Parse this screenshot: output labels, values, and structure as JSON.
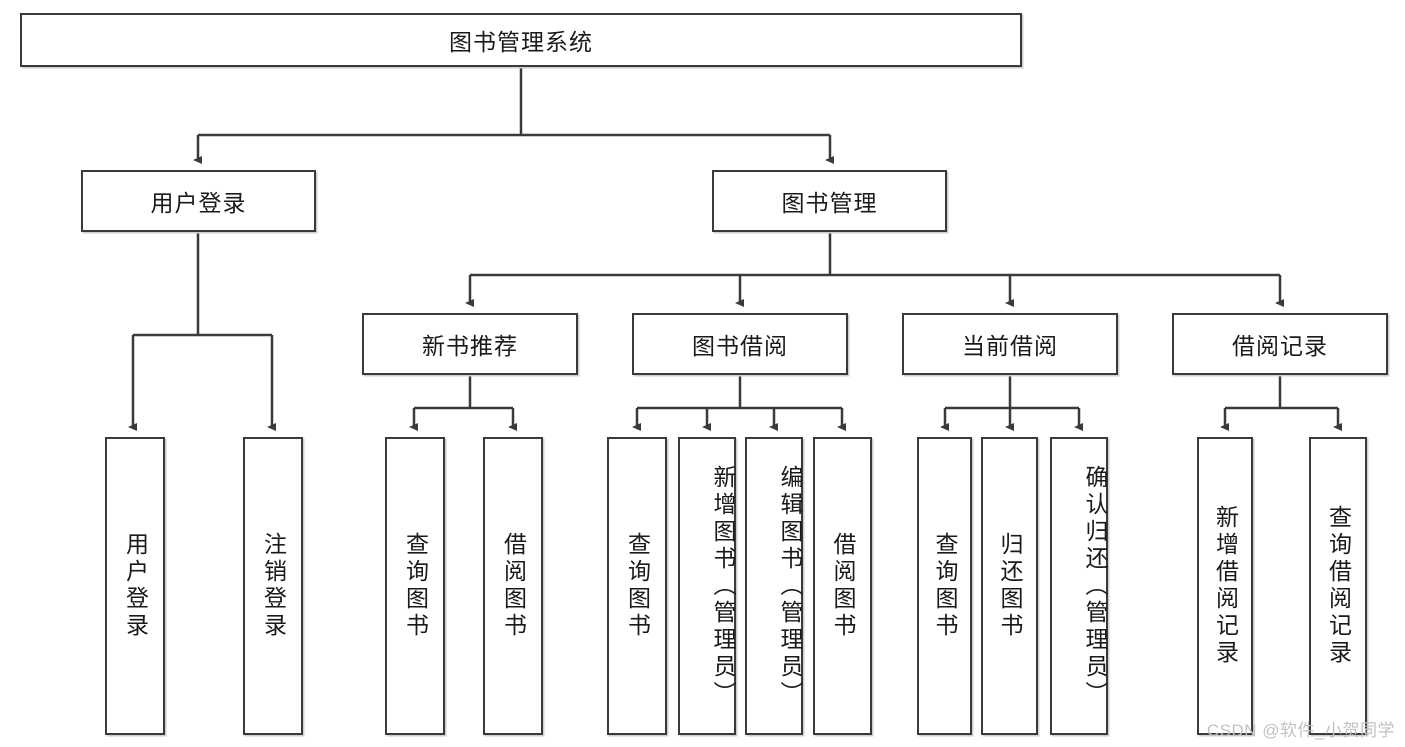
{
  "diagram": {
    "title": "图书管理系统",
    "type": "hierarchy-tree",
    "watermark": "CSDN @软件_小贺同学",
    "colors": {
      "background": "#ffffff",
      "box_border": "#3a3a3a",
      "box_fill": "#ffffff",
      "text": "#1a1a1a",
      "connector": "#3a3a3a",
      "watermark": "#c2c2c2"
    },
    "root": {
      "label": "图书管理系统"
    },
    "level2": [
      {
        "label": "用户登录"
      },
      {
        "label": "图书管理"
      }
    ],
    "level3": [
      {
        "label": "新书推荐"
      },
      {
        "label": "图书借阅"
      },
      {
        "label": "当前借阅"
      },
      {
        "label": "借阅记录"
      }
    ],
    "leaves": {
      "user_login": [
        {
          "label": "用户登录"
        },
        {
          "label": "注销登录"
        }
      ],
      "new_book_recommend": [
        {
          "label": "查询图书"
        },
        {
          "label": "借阅图书"
        }
      ],
      "book_borrow": [
        {
          "label": "查询图书"
        },
        {
          "label": "新增图书（管理员）"
        },
        {
          "label": "编辑图书（管理员）"
        },
        {
          "label": "借阅图书"
        }
      ],
      "current_borrow": [
        {
          "label": "查询图书"
        },
        {
          "label": "归还图书"
        },
        {
          "label": "确认归还（管理员）"
        }
      ],
      "borrow_record": [
        {
          "label": "新增借阅记录"
        },
        {
          "label": "查询借阅记录"
        }
      ]
    }
  }
}
